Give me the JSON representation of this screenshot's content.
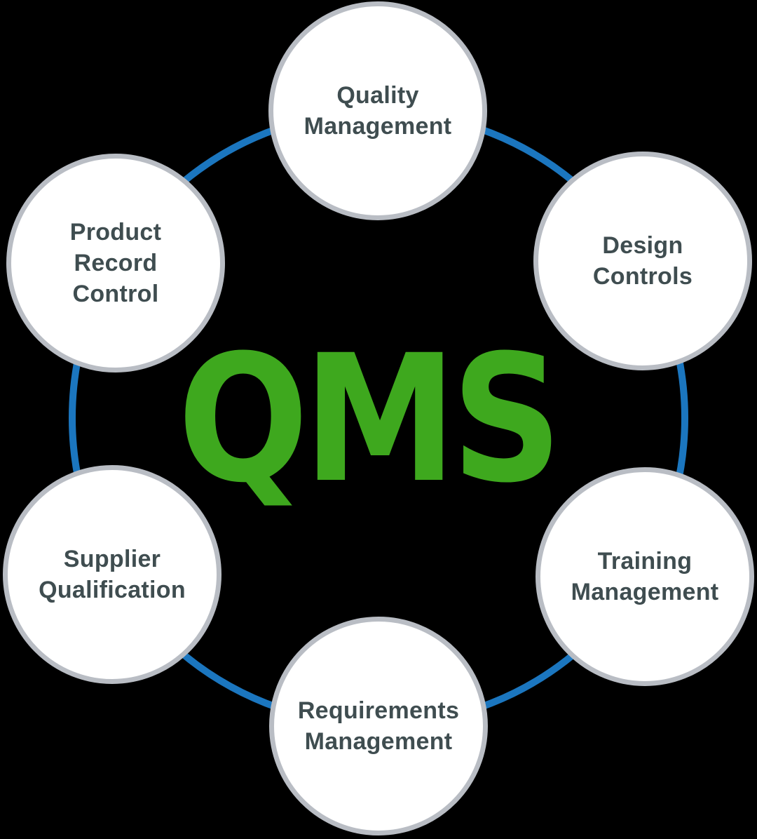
{
  "diagram": {
    "center": {
      "label": "QMS"
    },
    "nodes": [
      {
        "id": "quality-management",
        "label": "Quality\nManagement"
      },
      {
        "id": "design-controls",
        "label": "Design\nControls"
      },
      {
        "id": "training-management",
        "label": "Training\nManagement"
      },
      {
        "id": "requirements-management",
        "label": "Requirements\nManagement"
      },
      {
        "id": "supplier-qualification",
        "label": "Supplier\nQualification"
      },
      {
        "id": "product-record-control",
        "label": "Product\nRecord\nControl"
      }
    ],
    "colors": {
      "center_label_green": "#3ea81e",
      "ring_blue": "#1b76bf",
      "circle_border_gray": "#b9bdc4",
      "circle_fill": "#ffffff",
      "label_text": "#3f4d50",
      "background": "#000000"
    }
  }
}
